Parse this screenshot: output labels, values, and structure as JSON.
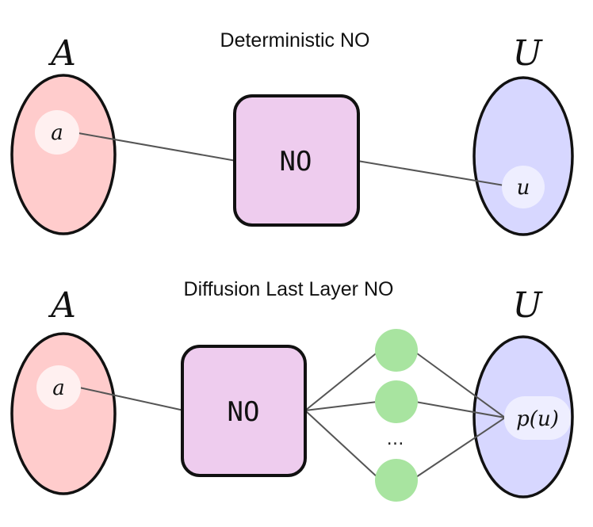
{
  "deterministic": {
    "title": "Deterministic NO",
    "input_space": "A",
    "output_space": "U",
    "input_point": "a",
    "operator": "NO",
    "output_point": "u"
  },
  "diffusion": {
    "title": "Diffusion Last Layer NO",
    "input_space": "A",
    "output_space": "U",
    "input_point": "a",
    "operator": "NO",
    "ellipsis": "…",
    "output_point": "p(u)"
  },
  "colors": {
    "input_space_fill": "#FFCCCC",
    "input_point_fill": "#FFF0F0",
    "output_space_fill": "#D7D7FF",
    "output_point_fill": "#EEEEFF",
    "operator_fill": "#EECCEE",
    "sample_node_fill": "#A8E4A0",
    "edge": "#555555",
    "outline": "#111111"
  }
}
